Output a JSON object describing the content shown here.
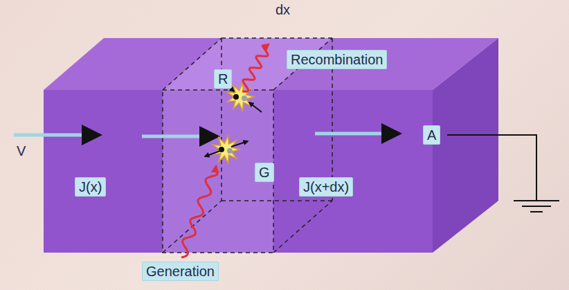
{
  "diagram": {
    "nodes": [
      {
        "text": [
          "Recombination"
        ]
      },
      {
        "text": [
          "R"
        ]
      },
      {
        "text": [
          "A"
        ]
      },
      {
        "text": [
          "G"
        ]
      },
      {
        "text": [
          "J(x)"
        ]
      },
      {
        "text": [
          "J(x+dx)"
        ]
      },
      {
        "text": [
          "Generation"
        ]
      }
    ],
    "labels": [
      "dx",
      "V"
    ]
  }
}
